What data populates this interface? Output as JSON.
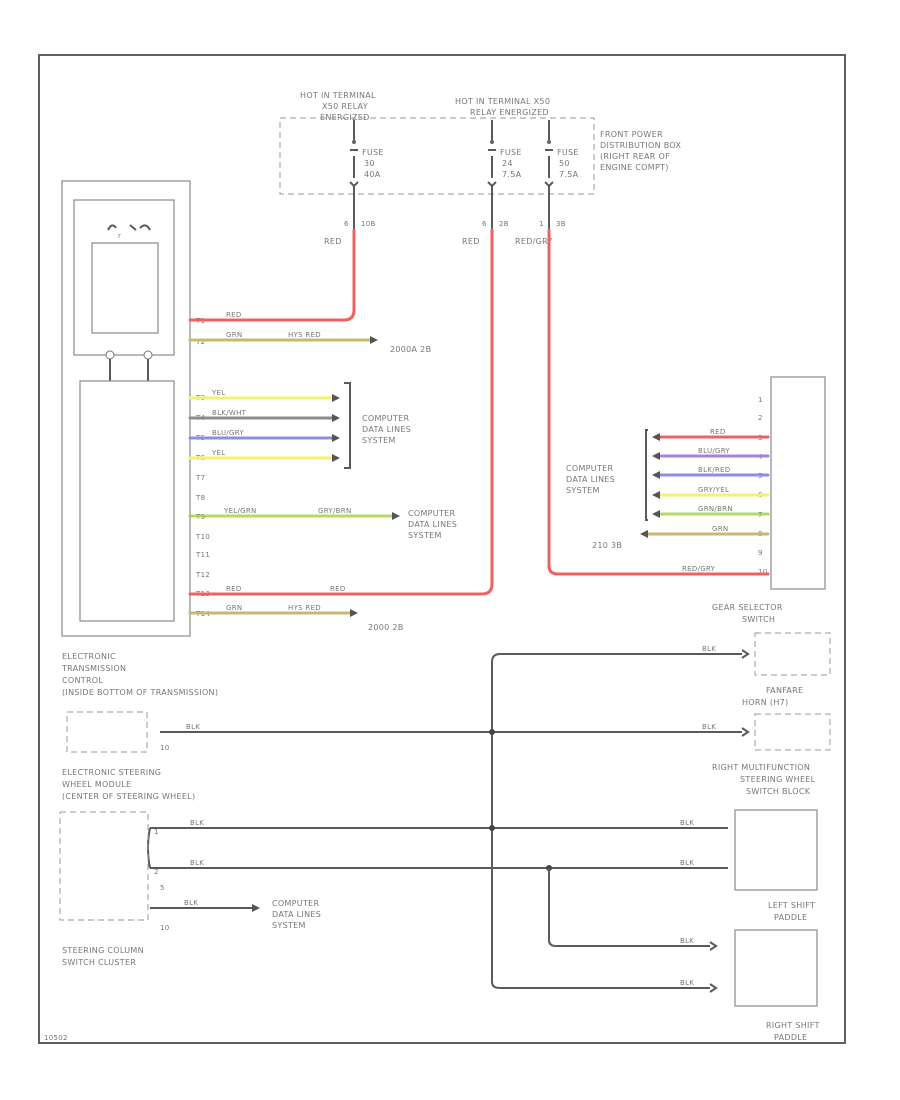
{
  "figure_code": "10502",
  "power": {
    "hot1": [
      "HOT IN TERMINAL",
      "X50 RELAY",
      "ENERGIZED"
    ],
    "hot2": [
      "HOT IN TERMINAL X50",
      "RELAY ENERGIZED"
    ],
    "fuse1": [
      "FUSE",
      "30",
      "40A"
    ],
    "fuse2": [
      "FUSE",
      "24",
      "7.5A"
    ],
    "fuse3": [
      "FUSE",
      "50",
      "7.5A"
    ],
    "fpdb": [
      "FRONT POWER",
      "DISTRIBUTION BOX",
      "(RIGHT REAR OF",
      "ENGINE COMPT)"
    ],
    "pins": [
      "6",
      "6",
      "1"
    ],
    "circuits": [
      "10B",
      "2B",
      "3B"
    ]
  },
  "colors": {
    "red": "#f06060",
    "green": "#9acd32",
    "yellow": "#f3f36a",
    "gray_yel": "#c8b970",
    "gray_vio": "#8e8ee0",
    "blk_wht": "#8c8c8c",
    "blue_red": "#a384d8",
    "black": "#585858"
  },
  "wire_labels": {
    "red": "RED",
    "red_gry": "RED/GRY",
    "grn": "GRN",
    "yel": "YEL",
    "blk_wht": "BLK/WHT",
    "blu_gry": "BLU/GRY",
    "yel_grn": "YEL/GRN",
    "gry_brn": "GRY/BRN",
    "grn_brn": "GRN/BRN",
    "blk_red": "BLK/RED",
    "gry_yel": "GRY/YEL",
    "blk": "BLK",
    "hvs_red": "HYS RED",
    "gry_brown": "GRY/BROWN"
  },
  "tcm": {
    "pins": [
      "T1",
      "T2",
      "T3",
      "T4",
      "T5",
      "T6",
      "T7",
      "T8",
      "T9",
      "T10",
      "T11",
      "T12",
      "T13",
      "T14"
    ],
    "label": [
      "ELECTRONIC",
      "TRANSMISSION",
      "CONTROL",
      "(INSIDE BOTTOM OF TRANSMISSION)"
    ]
  },
  "refs": {
    "g200a": "2000A 2B",
    "g200b": "2000 2B",
    "g210": "210 3B",
    "cdls": [
      "COMPUTER",
      "DATA LINES",
      "SYSTEM"
    ]
  },
  "gear": {
    "label": [
      "GEAR SELECTOR",
      "SWITCH"
    ],
    "pins": [
      "1",
      "2",
      "3",
      "4",
      "5",
      "6",
      "7",
      "8",
      "9",
      "10"
    ]
  },
  "horn": {
    "label": [
      "FANFARE",
      "HORN (H7)"
    ]
  },
  "esw": {
    "label": [
      "ELECTRONIC STEERING",
      "WHEEL MODULE",
      "(CENTER OF STEERING WHEEL)"
    ],
    "pin": "10"
  },
  "rmfs": {
    "label": [
      "RIGHT MULTIFUNCTION",
      "STEERING WHEEL",
      "SWITCH BLOCK"
    ]
  },
  "lsp": {
    "label": [
      "LEFT SHIFT",
      "PADDLE"
    ]
  },
  "rsp": {
    "label": [
      "RIGHT SHIFT",
      "PADDLE"
    ]
  },
  "scsc": {
    "label": [
      "STEERING COLUMN",
      "SWITCH CLUSTER"
    ],
    "pins": [
      "1",
      "2",
      "5",
      "10"
    ]
  }
}
